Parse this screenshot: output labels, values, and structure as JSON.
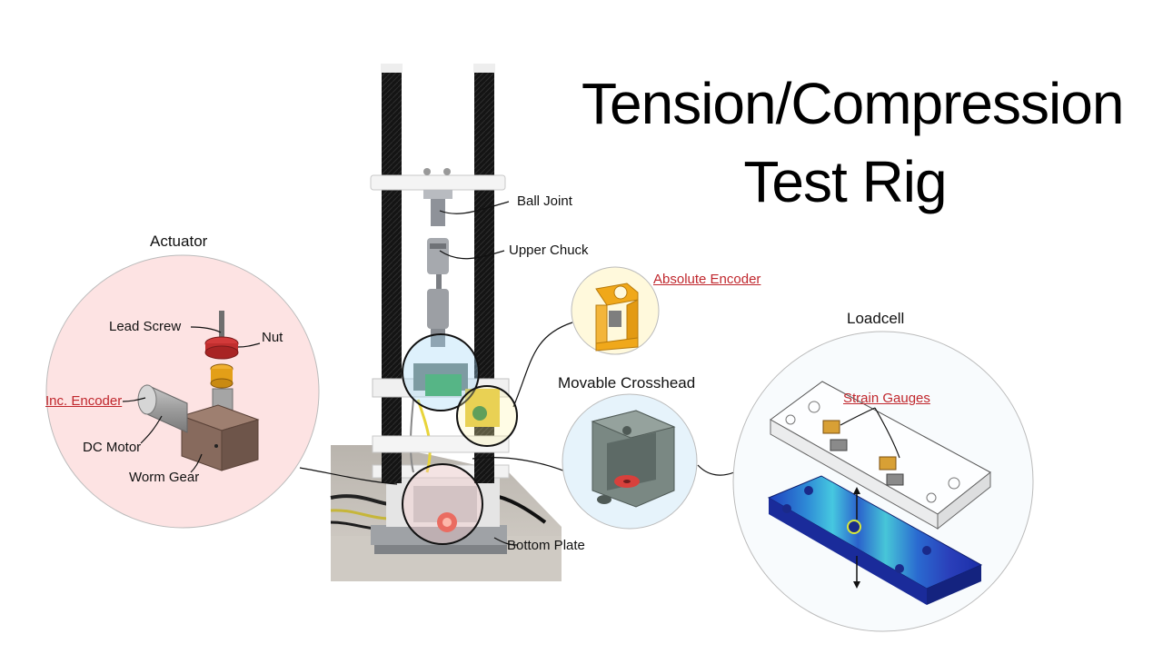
{
  "title": {
    "line1": "Tension/Compression",
    "line2": "Test Rig"
  },
  "labels": {
    "ball_joint": "Ball Joint",
    "upper_chuck": "Upper Chuck",
    "bottom_plate": "Bottom Plate",
    "absolute_encoder": "Absolute Encoder",
    "movable_crosshead": "Movable Crosshead",
    "loadcell": "Loadcell",
    "strain_gauges": "Strain Gauges",
    "actuator": "Actuator",
    "lead_screw": "Lead Screw",
    "nut": "Nut",
    "inc_encoder": "Inc. Encoder",
    "dc_motor": "DC Motor",
    "worm_gear": "Worm Gear"
  },
  "colors": {
    "link_red": "#c0272d",
    "actuator_bg": "#fde3e3",
    "crosshead_bg": "#e6f3fb",
    "encoder_bg": "#fff9dc",
    "loadcell_bg": "#f8fbfd",
    "rod_dark": "#1c1c1c",
    "encoder_part": "#f0a81a",
    "crosshead_part": "#6e7d78",
    "nut_red": "#d23a3a"
  }
}
